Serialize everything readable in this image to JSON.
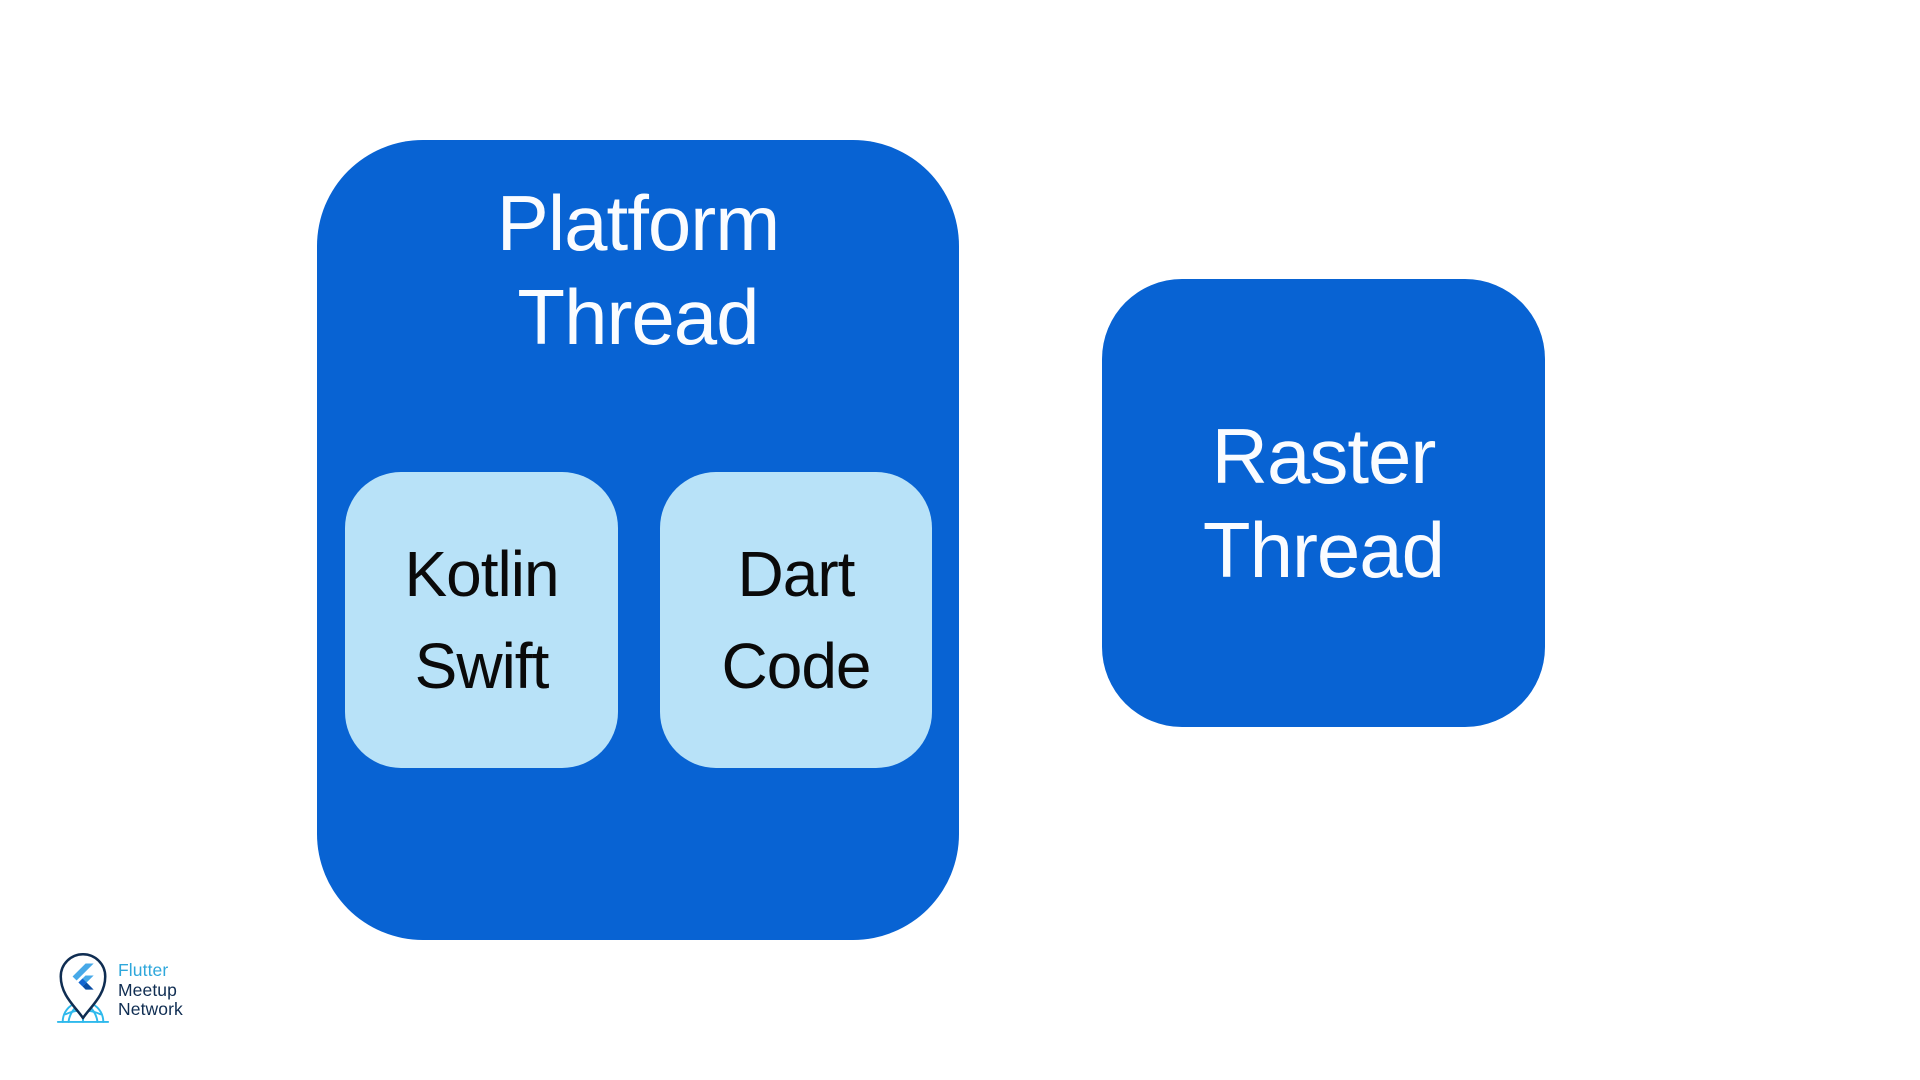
{
  "diagram": {
    "platform_box": {
      "lines": [
        "Platform",
        "Thread"
      ]
    },
    "kotlin_box": {
      "lines": [
        "Kotlin",
        "Swift"
      ]
    },
    "dart_box": {
      "lines": [
        "Dart",
        "Code"
      ]
    },
    "raster_box": {
      "lines": [
        "Raster",
        "Thread"
      ]
    }
  },
  "logo": {
    "brand": "Flutter",
    "line2": "Meetup",
    "line3": "Network"
  },
  "colors": {
    "primary_blue": "#0863D3",
    "light_blue": "#B8E2F8",
    "title_text": "#FAFCFF",
    "inner_text": "#0A0A0A",
    "logo_navy": "#0F2D52",
    "logo_light_blue": "#2EA7DB",
    "globe_blue": "#2EB9EC",
    "background": "#FFFFFF"
  }
}
